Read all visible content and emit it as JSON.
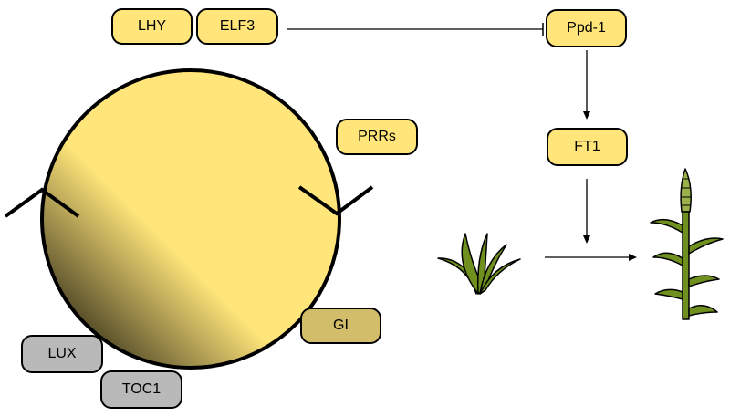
{
  "nodes": {
    "lhy": "LHY",
    "elf3": "ELF3",
    "prrs": "PRRs",
    "gi": "GI",
    "lux": "LUX",
    "toc1": "TOC1",
    "ppd1": "Ppd-1",
    "ft1": "FT1"
  },
  "colors": {
    "clock_light": "#ffe57a",
    "clock_dark": "#000000",
    "gi_fill": "#d1bd6a",
    "evening_fill": "#b9b9b9",
    "plant_green": "#6f8f1e",
    "spike_green": "#9bb24a"
  },
  "edges": [
    {
      "from": "elf3",
      "to": "ppd1",
      "type": "inhibition"
    },
    {
      "from": "ppd1",
      "to": "ft1",
      "type": "activation"
    },
    {
      "from": "ft1",
      "to": "transition",
      "type": "activation"
    },
    {
      "from": "vegetative-plant",
      "to": "flowering-plant",
      "type": "activation"
    }
  ],
  "icons": [
    "circadian-clock-icon",
    "vegetative-seedling-icon",
    "flowering-wheat-plant-icon"
  ]
}
